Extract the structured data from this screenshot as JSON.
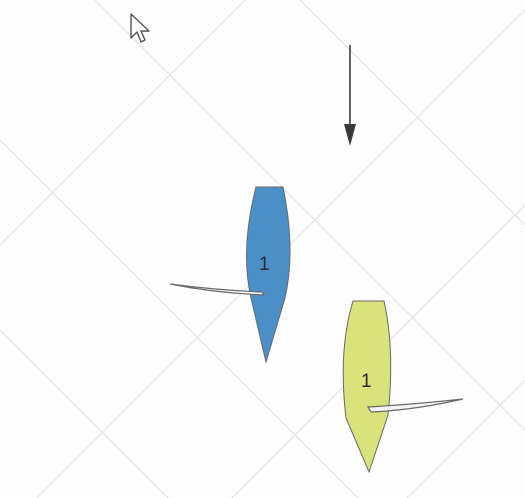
{
  "colors": {
    "background": "#ffffff",
    "grid": "#e4e4e4",
    "wind_arrow": "#3a3a3a",
    "boat_blue": "#4a8fc8",
    "boat_yellow": "#d9e37c",
    "sail_fill": "#f4f4f4",
    "outline": "#6a6a6a"
  },
  "cursor": {
    "icon": "mouse-pointer-icon"
  },
  "wind": {
    "icon": "down-arrow-icon"
  },
  "boats": [
    {
      "color_name": "blue",
      "number": "1"
    },
    {
      "color_name": "yellow",
      "number": "1"
    }
  ]
}
